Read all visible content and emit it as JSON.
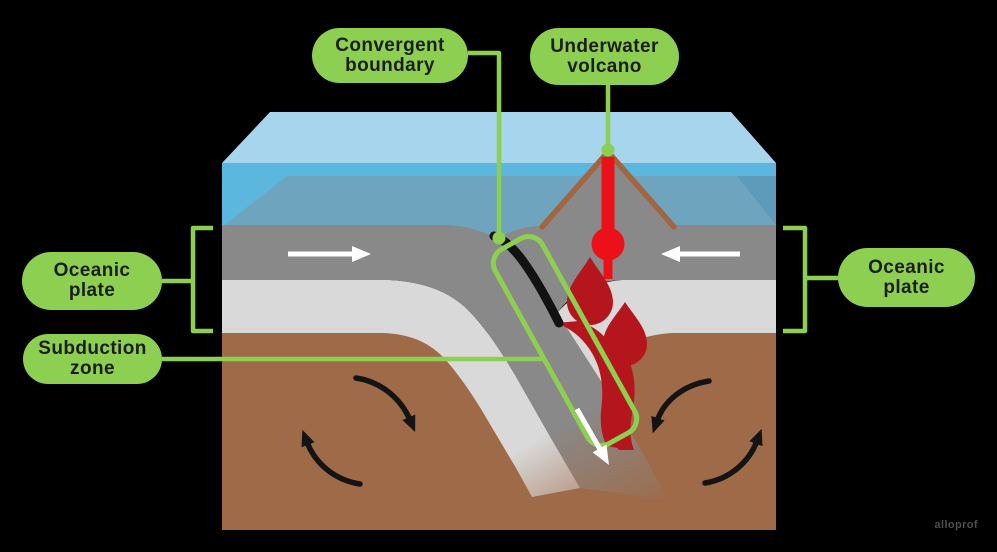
{
  "labels": {
    "convergent": {
      "line1": "Convergent",
      "line2": "boundary"
    },
    "volcano": {
      "line1": "Underwater",
      "line2": "volcano"
    },
    "oceanic_left": {
      "line1": "Oceanic",
      "line2": "plate"
    },
    "oceanic_right": {
      "line1": "Oceanic",
      "line2": "plate"
    },
    "subduction": {
      "line1": "Subduction",
      "line2": "zone"
    }
  },
  "watermark": "alloprof",
  "colors": {
    "background": "#000000",
    "green": "#8DCF50",
    "label-text": "#1D1D1D",
    "water-top": "#A8D5EE",
    "water-band": "#5CB7DF",
    "water-front": "#6FA4BE",
    "water-corner": "#5E9ABA",
    "plate": "#898989",
    "plate-light": "#D9D9D9",
    "mantle": "#9F6A48",
    "volcano-edge": "#A2653F",
    "magma": "#EC1118",
    "magma-dark": "#B5161E",
    "fault": "#121212",
    "arrow-white": "#FFFFFF",
    "arrow-black": "#141414",
    "watermark": "#4E4E4E"
  }
}
